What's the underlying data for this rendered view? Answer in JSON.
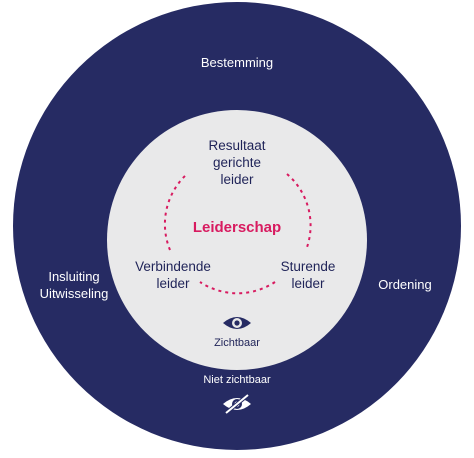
{
  "diagram": {
    "outer": {
      "top": "Bestemming",
      "left_line1": "Insluiting",
      "left_line2": "Uitwisseling",
      "right": "Ordening",
      "bottom": "Niet zichtbaar"
    },
    "inner": {
      "top_line1": "Resultaat",
      "top_line2": "gerichte",
      "top_line3": "leider",
      "left_line1": "Verbindende",
      "left_line2": "leider",
      "right_line1": "Sturende",
      "right_line2": "leider",
      "center": "Leiderschap",
      "visible": "Zichtbaar"
    },
    "icons": {
      "visible": "eye-icon",
      "not_visible": "eye-slash-icon"
    },
    "colors": {
      "navy": "#262b63",
      "light_gray": "#e9e9ea",
      "accent": "#d81b60"
    }
  }
}
